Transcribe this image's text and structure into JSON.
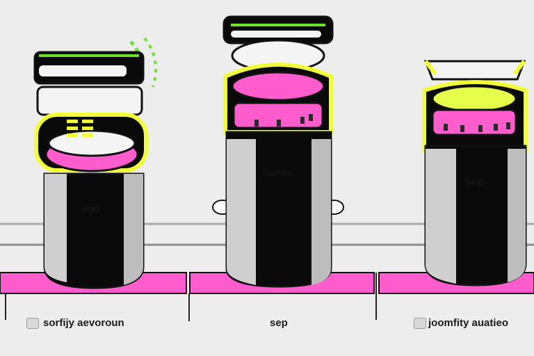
{
  "products": [
    {
      "label": "sigo",
      "caption": "sorfijy aevoroun",
      "accent": "#ff5ccd",
      "trim": "#f1ff3a"
    },
    {
      "label": "Spikes",
      "caption": "sep",
      "accent": "#ff5ccd",
      "trim": "#f1ff3a"
    },
    {
      "label": "Slop",
      "caption": "joomfity auatieo",
      "accent": "#ff5ccd",
      "trim": "#f1ff3a"
    }
  ],
  "colors": {
    "background": "#ebebeb",
    "accent_pink": "#ff5ccd",
    "accent_yellow": "#f1ff3a",
    "accent_green": "#6ee02e",
    "body_black": "#0a0a0a",
    "body_grey": "#cfcfcf"
  }
}
